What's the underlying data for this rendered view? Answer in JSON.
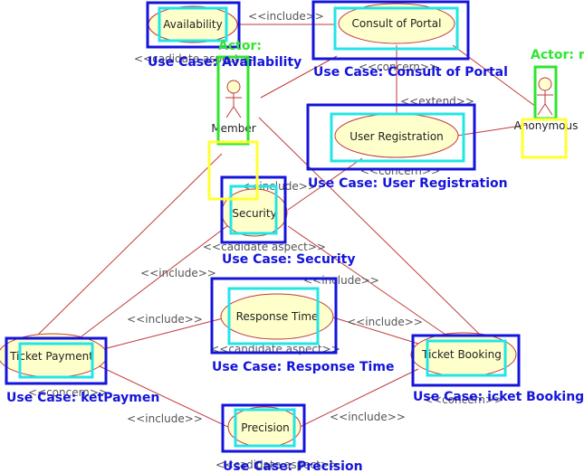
{
  "colors": {
    "use_case_fill": "#ffffcc",
    "edge": "#c23a3a",
    "use_case_box": "#1414dc",
    "inner_box": "#22e6e6",
    "actor_box": "#2ee62e",
    "actor_aux_box": "#ffff33"
  },
  "use_cases": [
    {
      "id": "availability",
      "label": "Availability",
      "tag": "Use Case: Availability"
    },
    {
      "id": "consult_of_portal",
      "label": "Consult of Portal",
      "tag": "Use Case: Consult of Portal"
    },
    {
      "id": "user_registration",
      "label": "User Registration",
      "tag": "Use Case: User Registration"
    },
    {
      "id": "security",
      "label": "Security",
      "tag": "Use Case: Security"
    },
    {
      "id": "response_time",
      "label": "Response Time",
      "tag": "Use Case: Response Time"
    },
    {
      "id": "ticket_payment",
      "label": "Ticket Payment",
      "tag": "Use Case: ketPaymen"
    },
    {
      "id": "ticket_booking",
      "label": "Ticket Booking",
      "tag": "Use Case: icket Booking"
    },
    {
      "id": "precision",
      "label": "Precision",
      "tag": "Use Case: Precision"
    }
  ],
  "actors": [
    {
      "id": "member",
      "name": "Member",
      "tag": "Actor:"
    },
    {
      "id": "anonymous",
      "name": "Anonymous",
      "tag": "Actor: r"
    }
  ],
  "stereotypes": {
    "include": "<<include>>",
    "extend": "<<extend>>",
    "concern": "<<concern>>",
    "candidate_aspect": "<<candidate aspect>>",
    "candidate_aspect_alt": "<<cadidate aspect>>"
  }
}
